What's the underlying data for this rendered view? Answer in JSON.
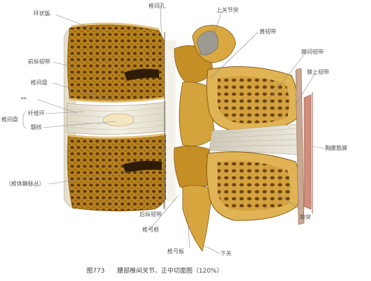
{
  "labels": {
    "annulus_top": "环状骺",
    "vertebral_foramen": "椎间孔",
    "sup_articular": "上关节突",
    "ligamentum_flavum": "黄韧带",
    "anterior_longitudinal": "前纵韧带",
    "interspinous": "棘间韧带",
    "vertebral_body": "椎间盘",
    "supraspinous": "棘上韧带",
    "double_star": "**",
    "fibrous_ring": "纤维环",
    "disc_group": "椎间盘",
    "nucleus": "髓核",
    "thoracolumbar_fascia": "胸腰筋膜",
    "basivertebral_vein": "（椎体静脉丛）",
    "posterior_longitudinal": "后纵韧带",
    "spinous": "棘突",
    "pedicle": "椎弓根",
    "lamina": "椎弓板",
    "inf_articular": "下关"
  },
  "caption": {
    "figure": "图773",
    "title": "腰部椎间关节、正中切面图（120%）"
  },
  "colors": {
    "bone_ochre": "#c8962a",
    "bone_light": "#e2b860",
    "trabecula": "#7a4d12",
    "disc": "#efe9dc",
    "ligament": "#d9d4c6",
    "leader": "#888888",
    "text": "#555555"
  }
}
